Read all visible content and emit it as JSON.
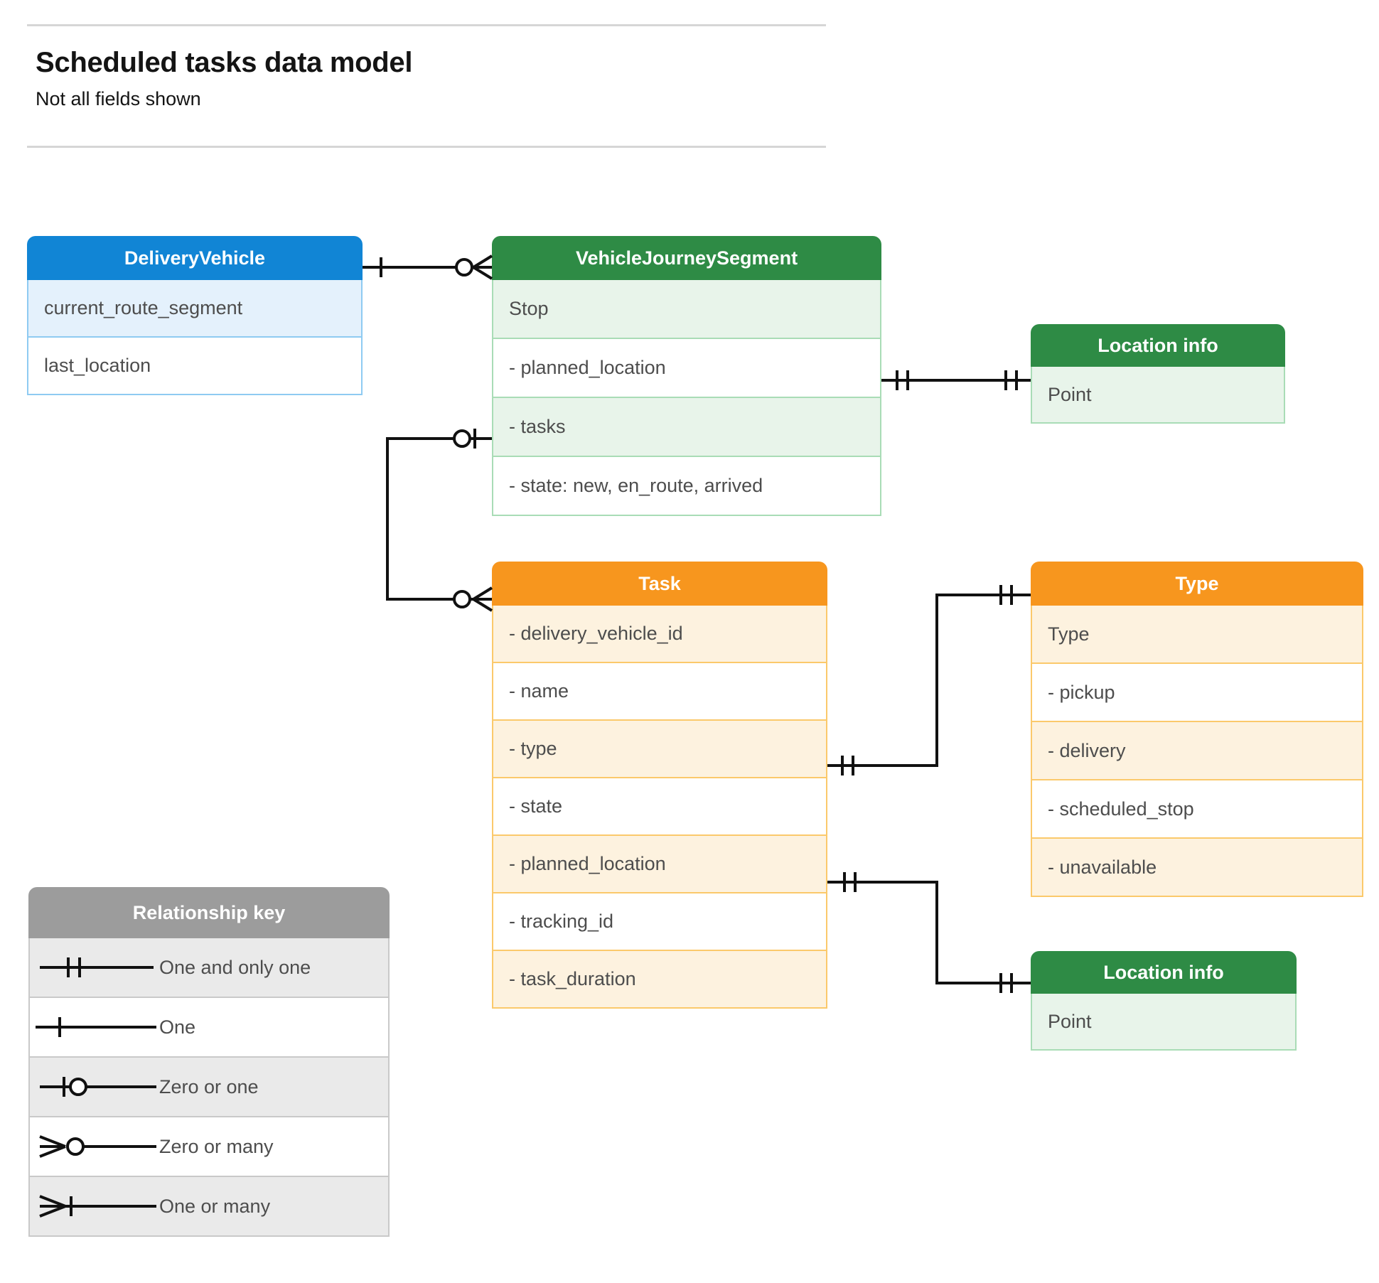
{
  "header": {
    "title": "Scheduled tasks data model",
    "subtitle": "Not all fields shown"
  },
  "colors": {
    "blue_header": "#1185d5",
    "blue_row_alt": "#e4f1fc",
    "blue_border": "#8fcbf2",
    "green_header": "#2e8b45",
    "green_row_alt": "#e8f4ea",
    "green_border": "#a9dcb6",
    "orange_header": "#f7961e",
    "orange_row_alt": "#fdf2df",
    "orange_border": "#fbc96b",
    "grey_header": "#9c9c9c",
    "grey_row_alt": "#eaeaea",
    "grey_border": "#c9c9c9",
    "connector": "#111111"
  },
  "entities": {
    "delivery_vehicle": {
      "title": "DeliveryVehicle",
      "fields": [
        "current_route_segment",
        "last_location"
      ]
    },
    "vehicle_journey_segment": {
      "title": "VehicleJourneySegment",
      "fields": [
        "Stop",
        "-  planned_location",
        "- tasks",
        "- state: new, en_route, arrived"
      ]
    },
    "location_info_top": {
      "title": "Location info",
      "fields": [
        "Point"
      ]
    },
    "task": {
      "title": "Task",
      "fields": [
        "- delivery_vehicle_id",
        "- name",
        "- type",
        "- state",
        "- planned_location",
        "- tracking_id",
        "- task_duration"
      ]
    },
    "type": {
      "title": "Type",
      "fields": [
        "Type",
        "-  pickup",
        "-  delivery",
        "-  scheduled_stop",
        "-  unavailable"
      ]
    },
    "location_info_bottom": {
      "title": "Location info",
      "fields": [
        "Point"
      ]
    }
  },
  "legend": {
    "title": "Relationship key",
    "items": [
      {
        "label": "One and only one",
        "symbol": "one-and-only-one"
      },
      {
        "label": "One",
        "symbol": "one"
      },
      {
        "label": "Zero or one",
        "symbol": "zero-or-one"
      },
      {
        "label": "Zero or many",
        "symbol": "zero-or-many"
      },
      {
        "label": "One or many",
        "symbol": "one-or-many"
      }
    ]
  },
  "relationships": [
    {
      "from": "DeliveryVehicle",
      "to": "VehicleJourneySegment",
      "from_cardinality": "one",
      "to_cardinality": "zero-or-many"
    },
    {
      "from": "VehicleJourneySegment.planned_location",
      "to": "Location info",
      "from_cardinality": "one-and-only-one",
      "to_cardinality": "one-and-only-one"
    },
    {
      "from": "VehicleJourneySegment.tasks",
      "to": "Task",
      "from_cardinality": "zero-or-one",
      "to_cardinality": "zero-or-many"
    },
    {
      "from": "Task.type",
      "to": "Type",
      "from_cardinality": "one-and-only-one",
      "to_cardinality": "one-and-only-one"
    },
    {
      "from": "Task.planned_location",
      "to": "Location info",
      "from_cardinality": "one-and-only-one",
      "to_cardinality": "one-and-only-one"
    }
  ]
}
